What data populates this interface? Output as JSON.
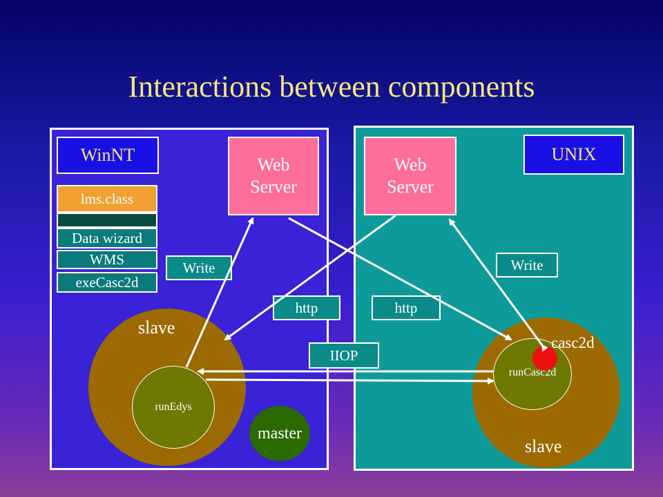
{
  "title": "Interactions between components",
  "left_panel": {
    "os_label": "WinNT",
    "web_server": "Web\nServer",
    "stack": [
      "lms.class",
      "",
      "Data wizard",
      "WMS",
      "exeCasc2d"
    ],
    "write_label": "Write",
    "slave_label": "slave",
    "run_label": "runEdys",
    "master_label": "master"
  },
  "right_panel": {
    "os_label": "UNIX",
    "web_server": "Web\nServer",
    "write_label": "Write",
    "slave_label": "slave",
    "run_label": "runCasc2d",
    "casc_label": "casc2d"
  },
  "connectors": {
    "http_left": "http",
    "http_right": "http",
    "iiop": "IIOP"
  },
  "colors": {
    "title": "#f5e77a",
    "left_panel": "#3a22d6",
    "right_panel": "#0f9a9a",
    "slave": "#9c6a00",
    "run_node": "#6f7800",
    "master": "#2a6a00",
    "casc2d_dot": "#ee1111"
  }
}
